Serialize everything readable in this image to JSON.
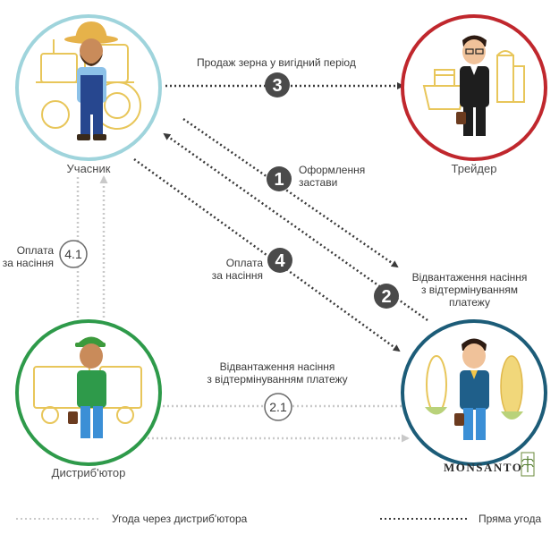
{
  "actors": {
    "farmer": {
      "label": "Учасник",
      "ring_color": "#9fd4dc"
    },
    "trader": {
      "label": "Трейдер",
      "ring_color": "#c0272d"
    },
    "distributor": {
      "label": "Дистриб'ютор",
      "ring_color": "#2e9a4a"
    },
    "monsanto": {
      "label": "MONSANTO",
      "ring_color": "#1c5c78"
    }
  },
  "flows": {
    "f3": {
      "step": "3",
      "text": "Продаж зерна у вигідний період"
    },
    "f1": {
      "step": "1",
      "text_line1": "Оформлення",
      "text_line2": "застави"
    },
    "f2": {
      "step": "2",
      "text_line1": "Відвантаження насіння",
      "text_line2": "з відтермінуванням",
      "text_line3": "платежу"
    },
    "f4": {
      "step": "4",
      "text_line1": "Оплата",
      "text_line2": "за насіння"
    },
    "f41": {
      "step": "4.1",
      "text_line1": "Оплата",
      "text_line2": "за насіння"
    },
    "f21": {
      "step": "2.1",
      "text_line1": "Відвантаження насіння",
      "text_line2": "з відтермінуванням платежу"
    }
  },
  "legend": {
    "distributor_deal": "Угода через дистриб'ютора",
    "direct_deal": "Пряма угода"
  },
  "colors": {
    "dark_dots": "#3a3a3a",
    "light_dots": "#c9c9c9",
    "step_badge": "#4a4a4a",
    "gold": "#e8c65a"
  }
}
